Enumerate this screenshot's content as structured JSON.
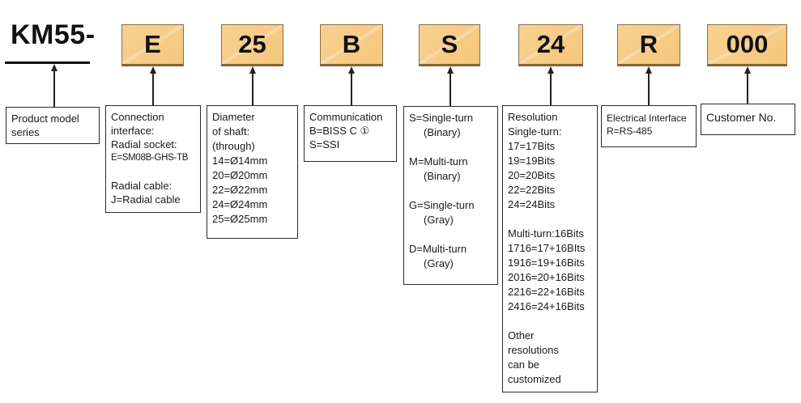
{
  "code": {
    "prefix": "KM55-",
    "segments": [
      "E",
      "25",
      "B",
      "S",
      "24",
      "R",
      "000"
    ]
  },
  "boxes": [
    {
      "name": "product-model-series",
      "lines": [
        "Product model",
        "series"
      ]
    },
    {
      "name": "connection-interface",
      "lines": [
        "Connection",
        "interface:",
        "Radial socket:",
        "E=SM08B-GHS-TB",
        "",
        "Radial cable:",
        "J=Radial cable"
      ]
    },
    {
      "name": "shaft-diameter",
      "lines": [
        "Diameter",
        "of shaft:",
        "(through)",
        "14=Ø14mm",
        "20=Ø20mm",
        "22=Ø22mm",
        "24=Ø24mm",
        "25=Ø25mm"
      ]
    },
    {
      "name": "communication",
      "lines": [
        "Communication",
        "B=BISS C ①",
        "S=SSI"
      ]
    },
    {
      "name": "turn-mode",
      "lines": [
        "S=Single-turn",
        "     (Binary)",
        "",
        "M=Multi-turn",
        "     (Binary)",
        "",
        "G=Single-turn",
        "     (Gray)",
        "",
        "D=Multi-turn",
        "     (Gray)"
      ]
    },
    {
      "name": "resolution",
      "lines": [
        "Resolution",
        "Single-turn:",
        "17=17Bits",
        "19=19Bits",
        "20=20Bits",
        "22=22Bits",
        "24=24Bits",
        "",
        "Multi-turn:16Bits",
        "1716=17+16BIts",
        "1916=19+16Bits",
        "2016=20+16Bits",
        "2216=22+16Bits",
        "2416=24+16Bits",
        "",
        "Other",
        "resolutions",
        "can be",
        "customized"
      ]
    },
    {
      "name": "electrical-interface",
      "lines": [
        "Electrical Interface",
        "R=RS-485"
      ]
    },
    {
      "name": "customer-no",
      "lines": [
        "Customer No."
      ]
    }
  ],
  "colors": {
    "segment_fill": "#f5c983",
    "segment_border": "#8a6f45",
    "line_color": "#222222",
    "text_color": "#1a1a1a",
    "background": "#ffffff"
  }
}
